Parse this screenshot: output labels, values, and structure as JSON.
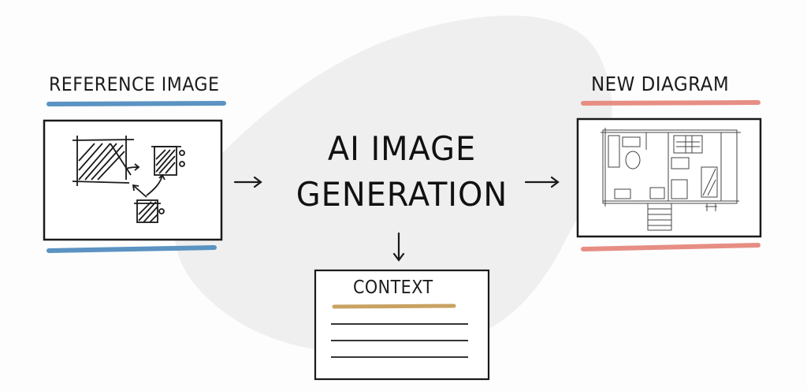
{
  "diagram": {
    "reference": {
      "label": "REFERENCE IMAGE"
    },
    "center": {
      "title_line1": "AI IMAGE",
      "title_line2": "GENERATION"
    },
    "output": {
      "label": "NEW DIAGRAM"
    },
    "context": {
      "label": "CONTEXT"
    },
    "colors": {
      "reference_underline": "#5b93c2",
      "output_underline": "#e78e84",
      "context_underline": "#c9a262",
      "background_blob": "#ededed",
      "ink": "#1a1a1a"
    }
  }
}
